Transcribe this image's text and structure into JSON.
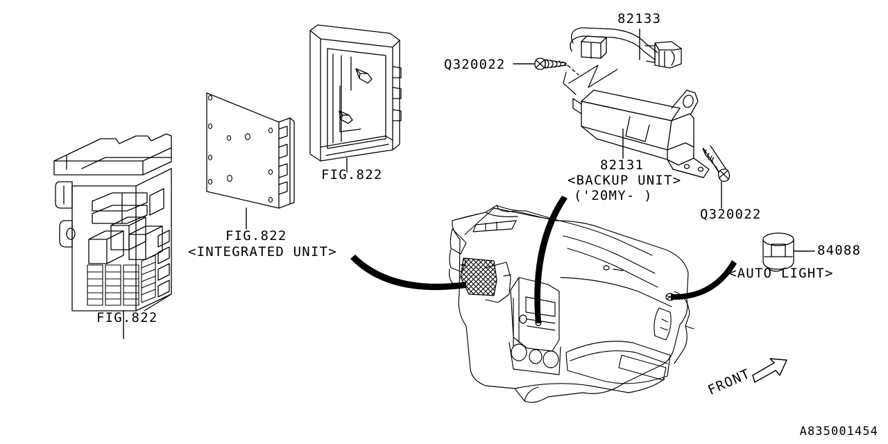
{
  "diagram": {
    "drawing_number": "A835001454",
    "front_indicator": "FRONT"
  },
  "parts": [
    {
      "id": "fuse-box",
      "label_lines": [
        "FIG.822"
      ],
      "part_number": "FIG.822",
      "description": "fuse box / joint box assembly"
    },
    {
      "id": "integrated-unit",
      "label_lines": [
        "FIG.822",
        "<INTEGRATED UNIT>"
      ],
      "part_number": "FIG.822",
      "description": "integrated control unit plate"
    },
    {
      "id": "unit-frame",
      "label_lines": [
        "FIG.822"
      ],
      "part_number": "FIG.822",
      "description": "unit mounting frame / bracket"
    },
    {
      "id": "harness-connector",
      "label_lines": [
        "82133"
      ],
      "part_number": "82133",
      "description": "connector cord / harness"
    },
    {
      "id": "backup-unit",
      "label_lines": [
        "82131",
        "<BACKUP UNIT>",
        "('20MY- )"
      ],
      "part_number": "82131",
      "description": "backup power unit"
    },
    {
      "id": "screw-upper",
      "label_lines": [
        "Q320022"
      ],
      "part_number": "Q320022",
      "description": "tapping screw"
    },
    {
      "id": "screw-lower",
      "label_lines": [
        "Q320022"
      ],
      "part_number": "Q320022",
      "description": "tapping screw"
    },
    {
      "id": "auto-light-sensor",
      "label_lines": [
        "84088",
        "<AUTO LIGHT>"
      ],
      "part_number": "84088",
      "description": "auto light sensor"
    },
    {
      "id": "instrument-panel",
      "label_lines": [],
      "part_number": "",
      "description": "instrument panel / dashboard reference view"
    }
  ],
  "labels": {
    "fuse_box": "FIG.822",
    "integrated_unit_a": "FIG.822",
    "integrated_unit_b": "<INTEGRATED UNIT>",
    "frame": "FIG.822",
    "harness": "82133",
    "backup_a": "82131",
    "backup_b": "<BACKUP UNIT>",
    "backup_c": "('20MY- )",
    "screw_upper": "Q320022",
    "screw_lower": "Q320022",
    "auto_light_a": "84088",
    "auto_light_b": "<AUTO LIGHT>"
  },
  "colors": {
    "line": "#000000",
    "background": "#ffffff"
  }
}
